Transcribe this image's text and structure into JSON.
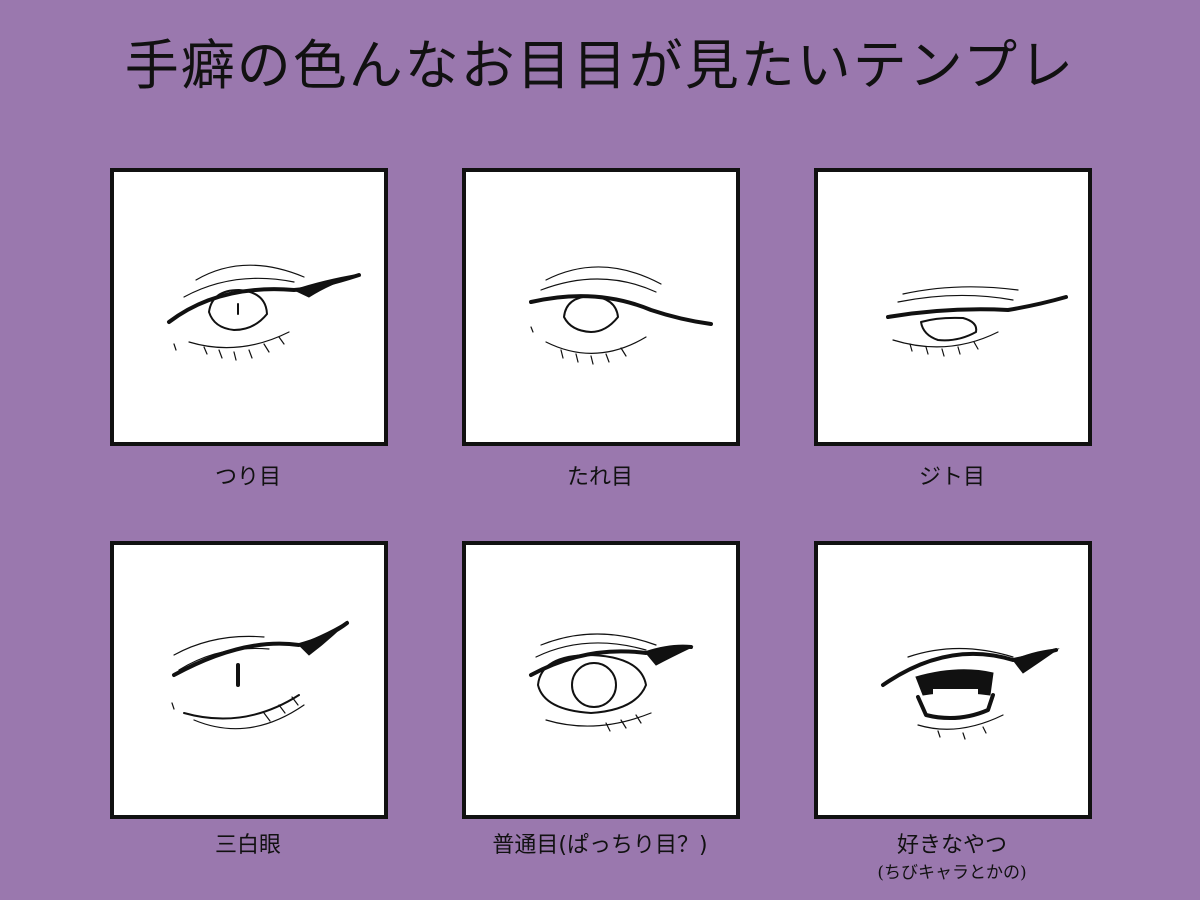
{
  "title": "手癖の色んなお目目が見たいテンプレ",
  "panels": [
    {
      "caption": "つり目"
    },
    {
      "caption": "たれ目"
    },
    {
      "caption": "ジト目"
    },
    {
      "caption": "三白眼"
    },
    {
      "caption": "普通目(ぱっちり目？)"
    },
    {
      "caption": "好きなやつ",
      "note": "(ちびキャラとかの)"
    }
  ],
  "colors": {
    "background": "#9a78ae",
    "panel": "#ffffff",
    "ink": "#111111"
  }
}
